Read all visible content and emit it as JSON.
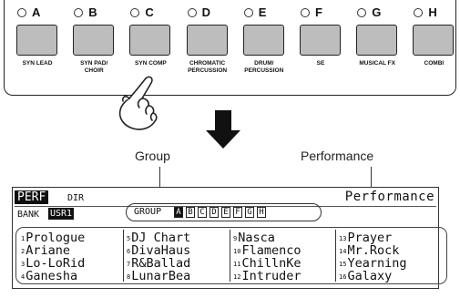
{
  "group_buttons": [
    {
      "letter": "A",
      "label": "SYN LEAD"
    },
    {
      "letter": "B",
      "label": "SYN PAD/\nCHOIR"
    },
    {
      "letter": "C",
      "label": "SYN COMP"
    },
    {
      "letter": "D",
      "label": "CHROMATIC\nPERCUSSION"
    },
    {
      "letter": "E",
      "label": "DRUM/\nPERCUSSION"
    },
    {
      "letter": "F",
      "label": "SE"
    },
    {
      "letter": "G",
      "label": "MUSICAL FX"
    },
    {
      "letter": "H",
      "label": "COMBI"
    }
  ],
  "callouts": {
    "group": "Group",
    "performance": "Performance"
  },
  "lcd": {
    "mode": "PERF",
    "dir": "DIR",
    "title": "Performance",
    "bank_label": "BANK",
    "bank_value": "USR1",
    "group_label": "GROUP",
    "group_letters": [
      "A",
      "B",
      "C",
      "D",
      "E",
      "F",
      "G",
      "H"
    ],
    "selected_group": "A",
    "columns": [
      [
        {
          "num": "1",
          "name": "Prologue"
        },
        {
          "num": "2",
          "name": "Ariane"
        },
        {
          "num": "3",
          "name": "Lo-LoRid"
        },
        {
          "num": "4",
          "name": "Ganesha"
        }
      ],
      [
        {
          "num": "5",
          "name": "DJ Chart"
        },
        {
          "num": "6",
          "name": "DivaHaus"
        },
        {
          "num": "7",
          "name": "R&Ballad"
        },
        {
          "num": "8",
          "name": "LunarBea"
        }
      ],
      [
        {
          "num": "9",
          "name": "Nasca"
        },
        {
          "num": "10",
          "name": "Flamenco"
        },
        {
          "num": "11",
          "name": "ChillnKe"
        },
        {
          "num": "12",
          "name": "Intruder"
        }
      ],
      [
        {
          "num": "13",
          "name": "Prayer"
        },
        {
          "num": "14",
          "name": "Mr.Rock"
        },
        {
          "num": "15",
          "name": "Yearning"
        },
        {
          "num": "16",
          "name": "Galaxy"
        }
      ]
    ]
  }
}
